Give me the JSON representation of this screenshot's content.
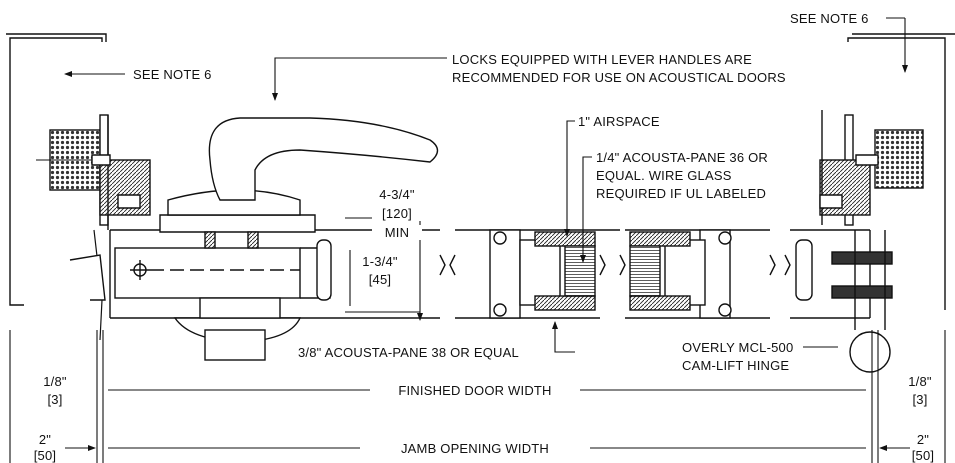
{
  "notes": {
    "see_note_left": "SEE NOTE 6",
    "see_note_right": "SEE NOTE 6"
  },
  "callouts": {
    "locks_line1": "LOCKS EQUIPPED WITH LEVER HANDLES ARE",
    "locks_line2": "RECOMMENDED FOR USE ON ACOUSTICAL DOORS",
    "airspace": "1\" AIRSPACE",
    "glass_line1": "1/4\" ACOUSTA-PANE 36 OR",
    "glass_line2": "EQUAL.  WIRE GLASS",
    "glass_line3": "REQUIRED IF UL LABELED",
    "pane38": "3/8\" ACOUSTA-PANE 38 OR EQUAL",
    "hinge_line1": "OVERLY MCL-500",
    "hinge_line2": "CAM-LIFT HINGE"
  },
  "dimensions": {
    "min_height": "4-3/4\"",
    "min_height_mm": "[120]",
    "min_label": "MIN",
    "depth": "1-3/4\"",
    "depth_mm": "[45]",
    "gap_left": "1/8\"",
    "gap_left_mm": "[3]",
    "gap_right": "1/8\"",
    "gap_right_mm": "[3]",
    "jamb_left": "2\"",
    "jamb_left_mm": "[50]",
    "jamb_right": "2\"",
    "jamb_right_mm": "[50]",
    "finished_width": "FINISHED DOOR WIDTH",
    "jamb_opening": "JAMB OPENING WIDTH"
  },
  "colors": {
    "ink": "#111111",
    "seal_fill": "#555555"
  }
}
